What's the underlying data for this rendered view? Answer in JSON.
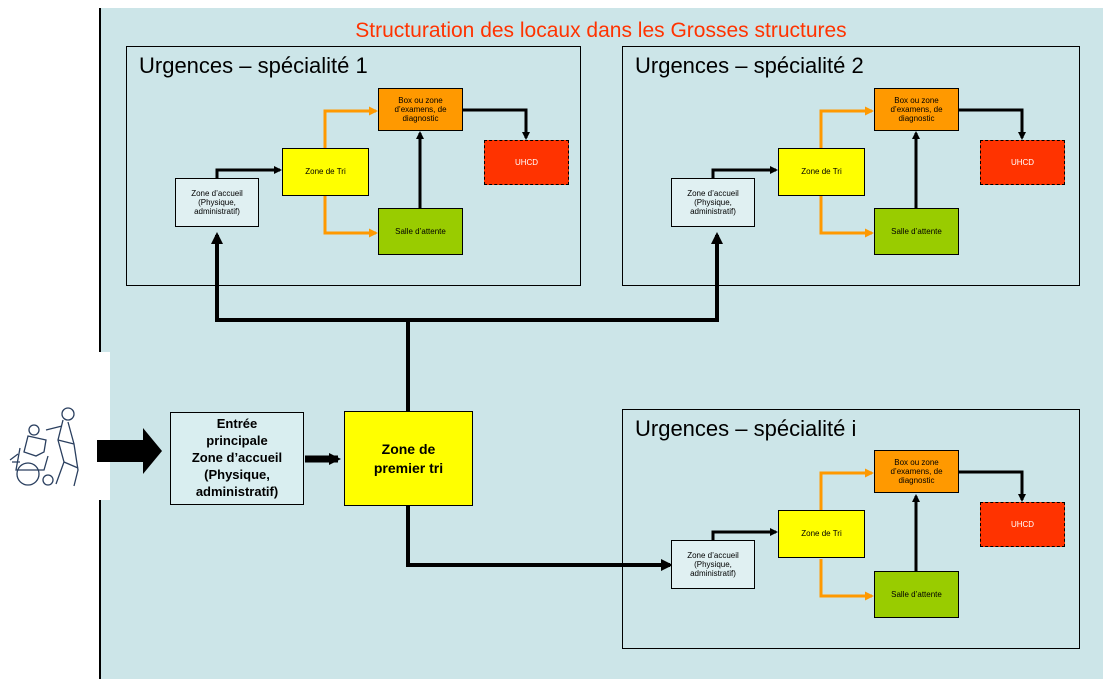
{
  "title": "Structuration des locaux dans les Grosses structures",
  "colors": {
    "background": "#cce5e8",
    "title": "#ff3300",
    "accueil": "#e0f0f2",
    "tri": "#ffff00",
    "box": "#ff9900",
    "uhcd": "#ff3300",
    "attente": "#99cc00",
    "arrow_main": "#000000",
    "arrow_tri": "#ff9900"
  },
  "entry": {
    "label_lines": [
      "Entrée",
      "principale",
      "Zone d’accueil",
      "(Physique,",
      "administratif)"
    ]
  },
  "first_triage": {
    "label": "Zone de\npremier tri"
  },
  "groups": [
    {
      "title": "Urgences – spécialité 1",
      "accueil": "Zone d’accueil\n(Physique,\nadministratif)",
      "tri": "Zone de Tri",
      "box": "Box ou zone\nd’examens, de\ndiagnostic",
      "uhcd": "UHCD",
      "attente": "Salle d’attente"
    },
    {
      "title": "Urgences – spécialité 2",
      "accueil": "Zone d’accueil\n(Physique,\nadministratif)",
      "tri": "Zone de Tri",
      "box": "Box ou zone\nd’examens, de\ndiagnostic",
      "uhcd": "UHCD",
      "attente": "Salle d’attente"
    },
    {
      "title": "Urgences – spécialité i",
      "accueil": "Zone d’accueil\n(Physique,\nadministratif)",
      "tri": "Zone de Tri",
      "box": "Box ou zone\nd’examens, de\ndiagnostic",
      "uhcd": "UHCD",
      "attente": "Salle d’attente"
    }
  ],
  "icons": {
    "patient": "patient-wheelchair-icon",
    "entry_arrow": "block-arrow-right-icon"
  }
}
